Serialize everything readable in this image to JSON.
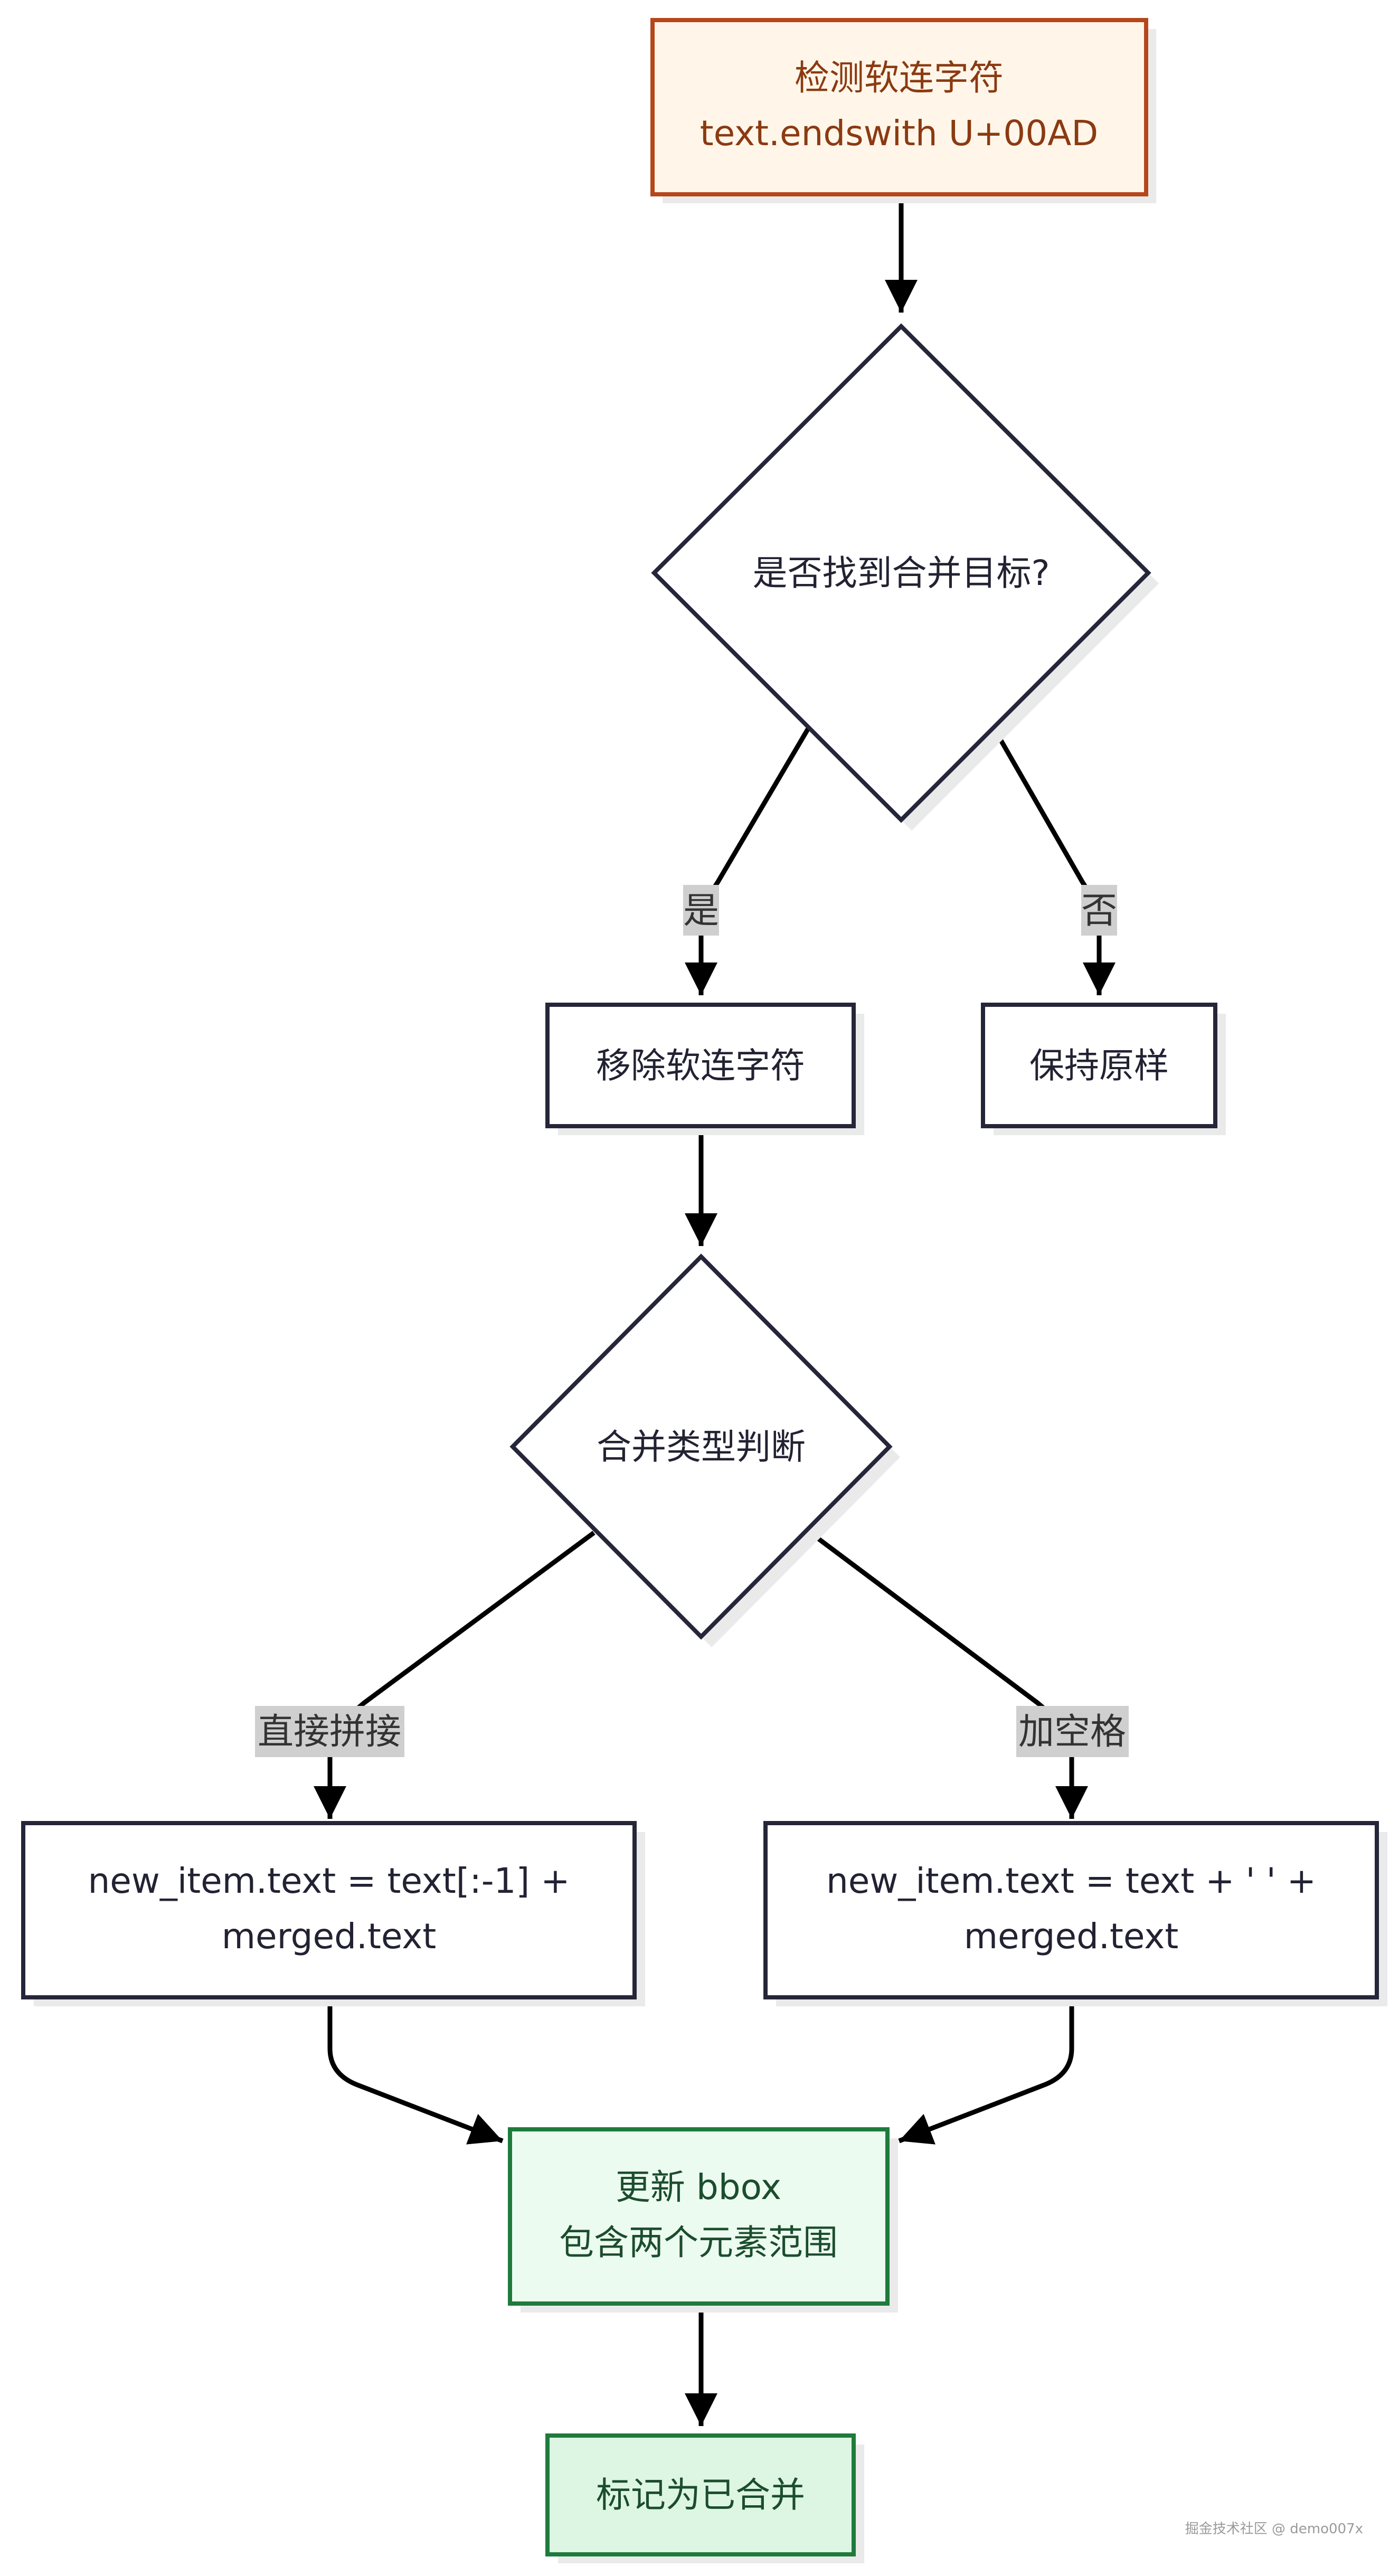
{
  "diagram": {
    "nodes": {
      "detect": {
        "lines": [
          "检测软连字符",
          "text.endswith U+00AD"
        ]
      },
      "found_decision": {
        "lines": [
          "是否找到合并目标?"
        ]
      },
      "remove_hyphen": {
        "lines": [
          "移除软连字符"
        ]
      },
      "keep_original": {
        "lines": [
          "保持原样"
        ]
      },
      "merge_type_decision": {
        "lines": [
          "合并类型判断"
        ]
      },
      "direct_concat": {
        "lines": [
          "new_item.text = text[:-1] +",
          "merged.text"
        ]
      },
      "add_space": {
        "lines": [
          "new_item.text = text + ' ' +",
          "merged.text"
        ]
      },
      "update_bbox": {
        "lines": [
          "更新 bbox",
          "包含两个元素范围"
        ]
      },
      "mark_merged": {
        "lines": [
          "标记为已合并"
        ]
      }
    },
    "edge_labels": {
      "yes": "是",
      "no": "否",
      "direct": "直接拼接",
      "space": "加空格"
    },
    "colors": {
      "start_fill": "#FFF6E9",
      "start_stroke": "#B5471B",
      "start_text": "#8B3A12",
      "default_fill": "#FFFFFF",
      "default_stroke": "#26263A",
      "default_text": "#222233",
      "end_fill": "#ECFBEF",
      "end_stroke": "#1E7B3C",
      "end_text": "#1B4D2E",
      "final_fill": "#DDF6E3",
      "edge": "#000000",
      "label_bg": "#CFCFCF"
    }
  },
  "watermark": "掘金技术社区 @ demo007x"
}
